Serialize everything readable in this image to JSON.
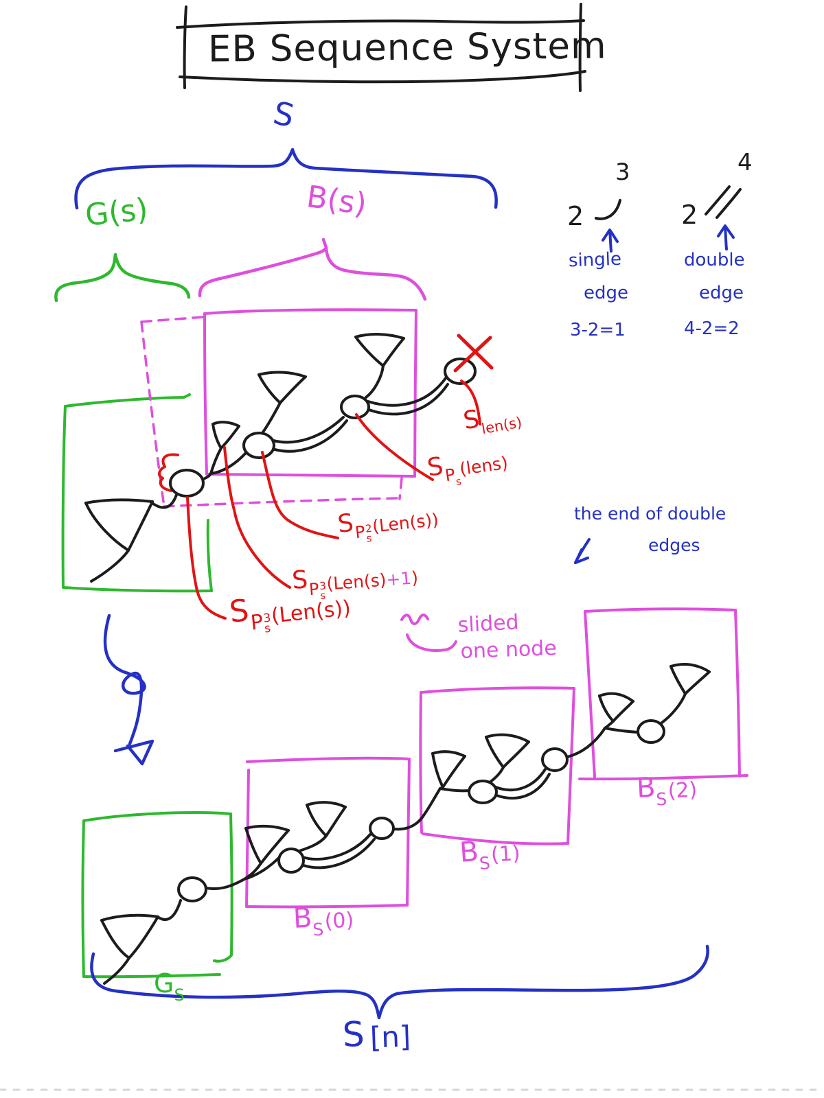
{
  "title": "EB Sequence System",
  "braces": {
    "s_label": "S",
    "g_label": "G(s)",
    "b_label": "B(s)",
    "sn": {
      "base": "S",
      "arg": "[n]"
    }
  },
  "edge_notes": {
    "single": {
      "base": "2",
      "sup": "3",
      "word1": "single",
      "word2": "edge",
      "eq": "3-2=1"
    },
    "double": {
      "base": "2",
      "sup": "4",
      "word1": "double",
      "word2": "edge",
      "eq": "4-2=2"
    },
    "end_line1": "the end of double",
    "end_line2": "edges"
  },
  "pointers": {
    "len": {
      "s": "S",
      "sub": "len(s)"
    },
    "ps": {
      "s": "S",
      "p": "P",
      "psub": "s",
      "rest": "(lens)"
    },
    "ps2": {
      "s": "S",
      "p": "P",
      "sup": "2",
      "psub": "s",
      "rest": "(Len(s))"
    },
    "ps3a": {
      "s": "S",
      "p": "P",
      "sup": "3",
      "psub": "s",
      "rest": "(Len(s)",
      "plus": "+1",
      "close": ")"
    },
    "ps3b": {
      "s": "S",
      "p": "P",
      "sup": "3",
      "psub": "s",
      "rest": "(Len(s))"
    },
    "slided_line1": "slided",
    "slided_line2": "one node"
  },
  "bottom_labels": {
    "g": {
      "base": "G",
      "sub": "S"
    },
    "b0": {
      "base": "B",
      "sub": "S",
      "arg": "(0)"
    },
    "b1": {
      "base": "B",
      "sub": "S",
      "arg": "(1)"
    },
    "b2": {
      "base": "B",
      "sub": "S",
      "arg": "(2)"
    }
  },
  "marks": {
    "x_mark": "red-x-over-node",
    "single_edge_arrow": "up-arrow",
    "double_edge_arrow": "up-arrow",
    "end_note_arrow": "down-left-arrow",
    "transform_arrow": "curly-loop-down-arrow",
    "slided_arrow": "squiggle-left-arrow"
  },
  "colors": {
    "ink": "#1c1c1c",
    "blue": "#2431c4",
    "green": "#2eb82e",
    "magenta": "#de4fde",
    "red": "#e01414",
    "page_break_gray": "#d6d6d6"
  }
}
